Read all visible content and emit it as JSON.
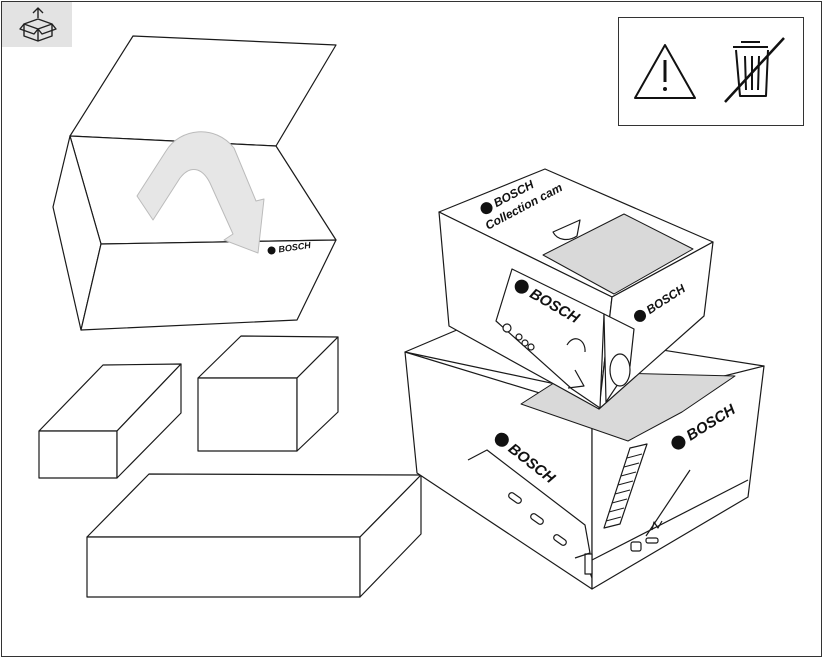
{
  "header": {
    "badge_icon": "unpack-box-icon",
    "badge_color": "#e3e3e3"
  },
  "warning_panel": {
    "icons": [
      "warning-triangle-icon",
      "no-trash-bin-icon"
    ]
  },
  "open_box": {
    "brand": "BOSCH",
    "arrow_color": "#e6e6e6"
  },
  "product_box": {
    "brand": "BOSCH",
    "title": "Collection cam",
    "side_brand": "BOSCH",
    "end_brand": "BOSCH"
  },
  "base_box": {
    "brand": "BOSCH",
    "side_brand": "BOSCH"
  },
  "colors": {
    "stroke": "#1a1a1a",
    "label_fill": "#d9d9d9",
    "page_border": "#333333"
  }
}
